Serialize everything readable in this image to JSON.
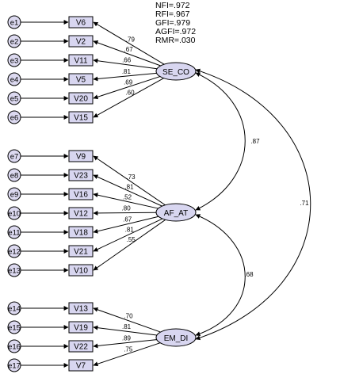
{
  "fit_indices": [
    "NFI=.972",
    "RFI=.967",
    "GFI=.979",
    "AGFI=.972",
    "RMR=.030"
  ],
  "latents": [
    {
      "id": "SE_CO",
      "label": "SE_CO"
    },
    {
      "id": "AF_AT",
      "label": "AF_AT"
    },
    {
      "id": "EM_DI",
      "label": "EM_DI"
    }
  ],
  "indicators": [
    {
      "error": "e1",
      "var": "V6",
      "latent": "SE_CO",
      "loading": ".79"
    },
    {
      "error": "e2",
      "var": "V2",
      "latent": "SE_CO",
      "loading": ".67"
    },
    {
      "error": "e3",
      "var": "V11",
      "latent": "SE_CO",
      "loading": ".66"
    },
    {
      "error": "e4",
      "var": "V5",
      "latent": "SE_CO",
      "loading": ".81"
    },
    {
      "error": "e5",
      "var": "V20",
      "latent": "SE_CO",
      "loading": ".69"
    },
    {
      "error": "e6",
      "var": "V15",
      "latent": "SE_CO",
      "loading": ".60"
    },
    {
      "error": "e7",
      "var": "V9",
      "latent": "AF_AT",
      "loading": ".73"
    },
    {
      "error": "e8",
      "var": "V23",
      "latent": "AF_AT",
      "loading": ".81"
    },
    {
      "error": "e9",
      "var": "V16",
      "latent": "AF_AT",
      "loading": ".52"
    },
    {
      "error": "e10",
      "var": "V12",
      "latent": "AF_AT",
      "loading": ".80"
    },
    {
      "error": "e11",
      "var": "V18",
      "latent": "AF_AT",
      "loading": ".67"
    },
    {
      "error": "e12",
      "var": "V21",
      "latent": "AF_AT",
      "loading": ".81"
    },
    {
      "error": "e13",
      "var": "V10",
      "latent": "AF_AT",
      "loading": ".55"
    },
    {
      "error": "e14",
      "var": "V13",
      "latent": "EM_DI",
      "loading": ".70"
    },
    {
      "error": "e15",
      "var": "V19",
      "latent": "EM_DI",
      "loading": ".81"
    },
    {
      "error": "e16",
      "var": "V22",
      "latent": "EM_DI",
      "loading": ".89"
    },
    {
      "error": "e17",
      "var": "V7",
      "latent": "EM_DI",
      "loading": ".75"
    }
  ],
  "correlations": [
    {
      "from": "SE_CO",
      "to": "AF_AT",
      "value": ".87"
    },
    {
      "from": "AF_AT",
      "to": "EM_DI",
      "value": ".68"
    },
    {
      "from": "SE_CO",
      "to": "EM_DI",
      "value": ".71"
    }
  ],
  "colors": {
    "fill": "#d8d6f0",
    "stroke": "#000000"
  }
}
